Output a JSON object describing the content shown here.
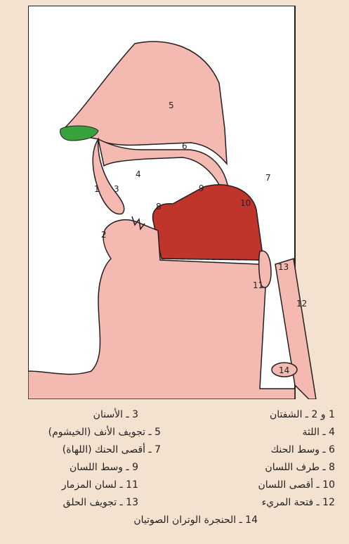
{
  "diagram": {
    "colors": {
      "background": "#f3e2cf",
      "tissue": "#f4b9b0",
      "outline": "#231f20",
      "tongue": "#c0352b",
      "nasal_accent": "#36a33c",
      "panel": "#ffffff"
    },
    "numbers": [
      "1",
      "2",
      "3",
      "4",
      "5",
      "6",
      "7",
      "8",
      "9",
      "10",
      "11",
      "12",
      "13",
      "14"
    ]
  },
  "legend": [
    {
      "n": "1 و 2",
      "t": "الشفتان"
    },
    {
      "n": "3",
      "t": "الأسنان"
    },
    {
      "n": "4",
      "t": "اللثة"
    },
    {
      "n": "5",
      "t": "تجويف الأنف (الخيشوم)"
    },
    {
      "n": "6",
      "t": "وسط الحنك"
    },
    {
      "n": "7",
      "t": "أقصى الحنك (اللهاة)"
    },
    {
      "n": "8",
      "t": "طرف اللسان"
    },
    {
      "n": "9",
      "t": "وسط اللسان"
    },
    {
      "n": "10",
      "t": "أقصى اللسان"
    },
    {
      "n": "11",
      "t": "لسان المزمار"
    },
    {
      "n": "12",
      "t": "فتحة المريء"
    },
    {
      "n": "13",
      "t": "تجويف الحلق"
    },
    {
      "n": "14",
      "t": "الحنجرة الوتران الصوتيان"
    }
  ]
}
